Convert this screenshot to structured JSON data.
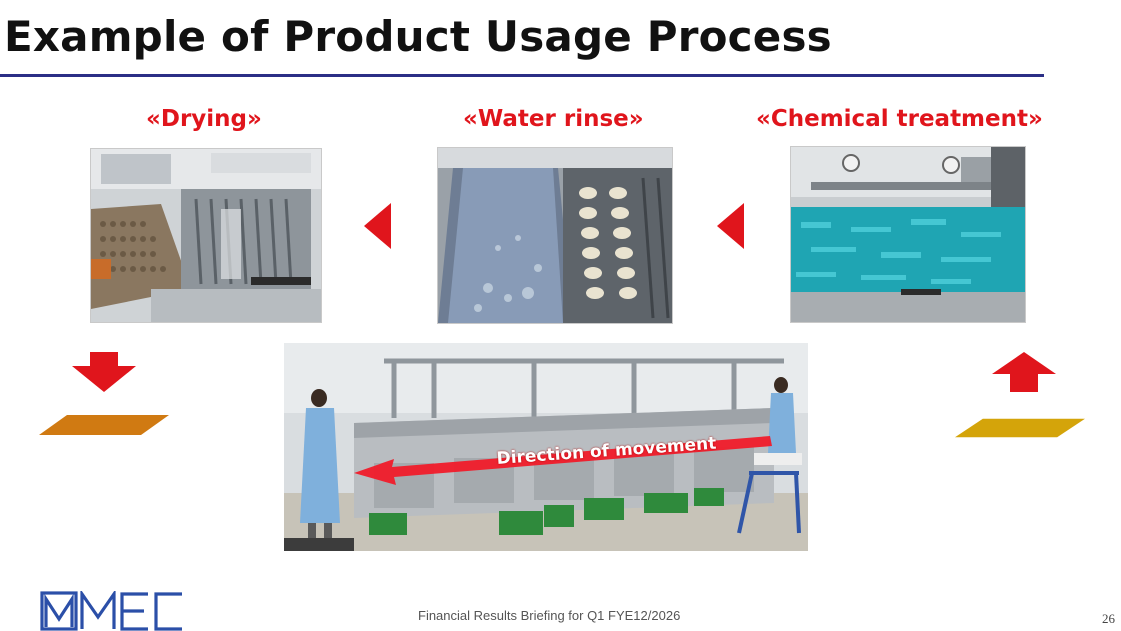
{
  "slide": {
    "title": "Example of Product Usage Process",
    "page_number": "26",
    "footer": "Financial Results Briefing for Q1 FYE12/2026"
  },
  "stages": {
    "drying": "«Drying»",
    "water_rinse": "«Water rinse»",
    "chemical_treatment": "«Chemical treatment»"
  },
  "overview": {
    "direction_label": "Direction of movement"
  },
  "colors": {
    "accent_red": "#e0151c",
    "title_rule": "#2b2f86",
    "logo_blue": "#2b4fa8"
  }
}
